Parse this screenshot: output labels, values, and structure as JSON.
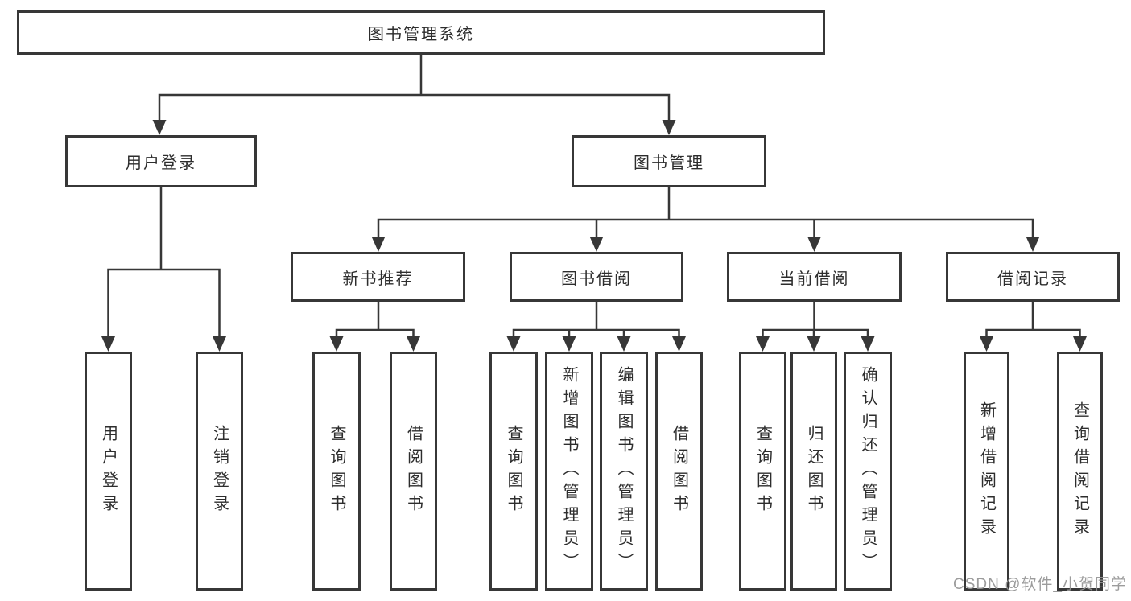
{
  "colors": {
    "line": "#373737",
    "box_border": "#373737",
    "text": "#2d2d2d",
    "background": "#ffffff",
    "watermark": "#949494"
  },
  "watermark": {
    "text": "CSDN @软件_小贺同学"
  },
  "tree": {
    "label": "图书管理系统",
    "children": [
      {
        "label": "用户登录",
        "children": [
          {
            "label": "用户登录"
          },
          {
            "label": "注销登录"
          }
        ]
      },
      {
        "label": "图书管理",
        "children": [
          {
            "label": "新书推荐",
            "children": [
              {
                "label": "查询图书"
              },
              {
                "label": "借阅图书"
              }
            ]
          },
          {
            "label": "图书借阅",
            "children": [
              {
                "label": "查询图书"
              },
              {
                "label": "新增图书（管理员）"
              },
              {
                "label": "编辑图书（管理员）"
              },
              {
                "label": "借阅图书"
              }
            ]
          },
          {
            "label": "当前借阅",
            "children": [
              {
                "label": "查询图书"
              },
              {
                "label": "归还图书"
              },
              {
                "label": "确认归还（管理员）"
              }
            ]
          },
          {
            "label": "借阅记录",
            "children": [
              {
                "label": "新增借阅记录"
              },
              {
                "label": "查询借阅记录"
              }
            ]
          }
        ]
      }
    ]
  }
}
